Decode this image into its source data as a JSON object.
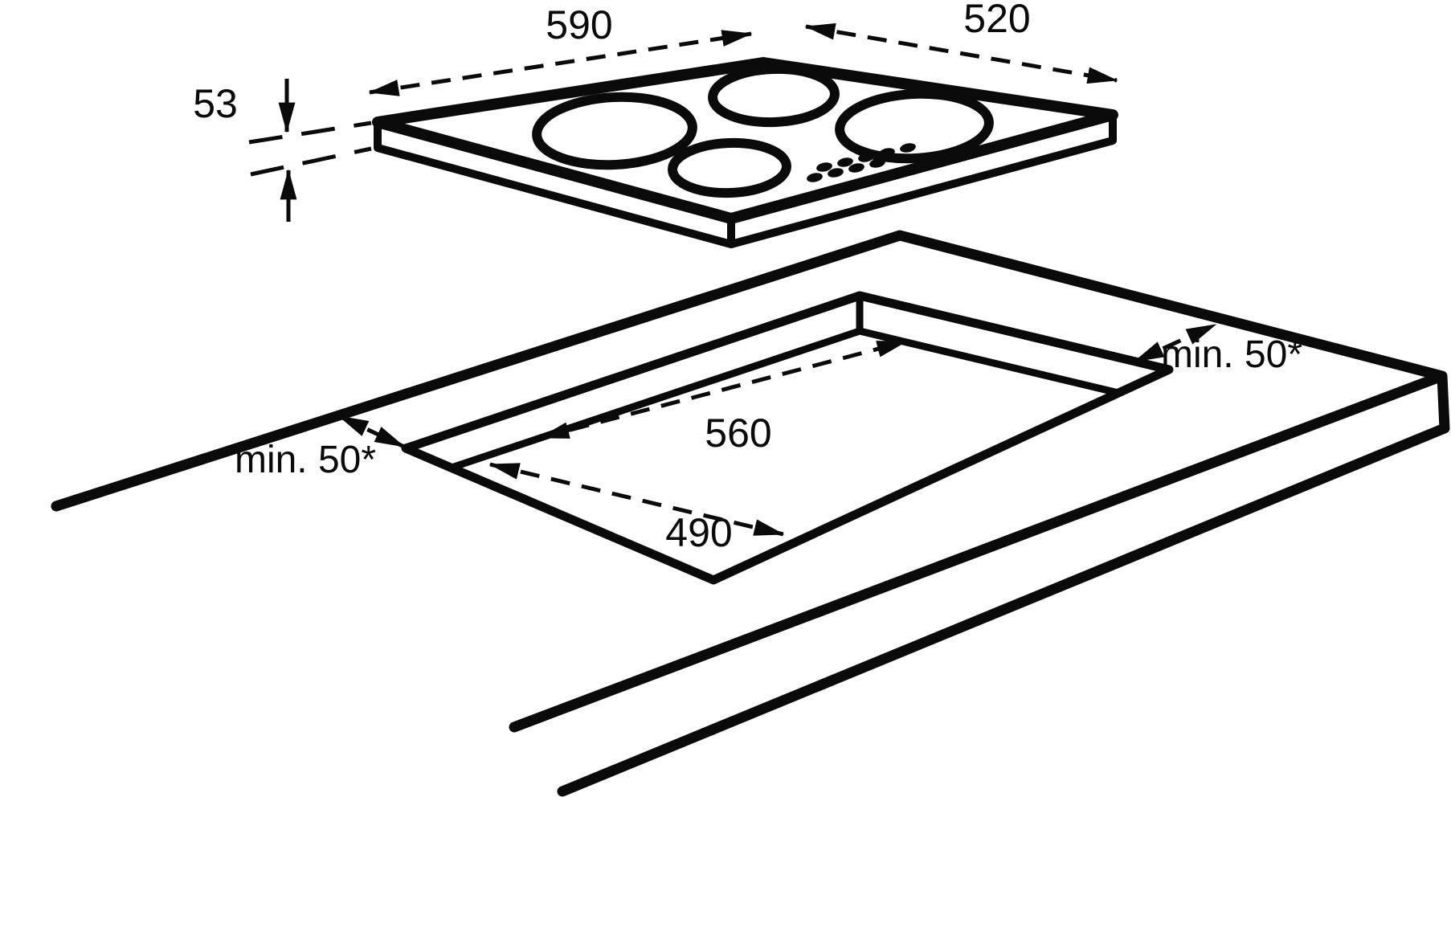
{
  "diagram": {
    "type": "installation-dimension-drawing",
    "objects": [
      "cooktop-hob",
      "countertop-with-cutout"
    ],
    "colors": {
      "line": "#0a0a0a",
      "background": "#ffffff"
    }
  },
  "dimensions": {
    "hob_width": "590",
    "hob_depth": "520",
    "hob_height": "53",
    "cutout_width": "560",
    "cutout_depth": "490",
    "clearance_left": "min. 50*",
    "clearance_right": "min. 50*"
  }
}
